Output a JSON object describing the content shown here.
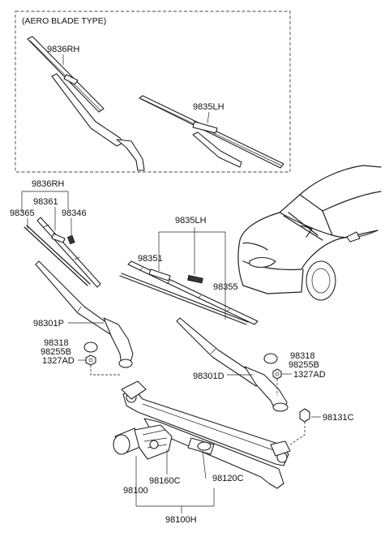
{
  "diagram": {
    "inset_title": "(AERO BLADE TYPE)",
    "labels": {
      "p9836rh_inset": "9836RH",
      "p9835lh_inset": "9835LH",
      "p9836rh": "9836RH",
      "p98361": "98361",
      "p98365": "98365",
      "p98346": "98346",
      "p9835lh": "9835LH",
      "p98351": "98351",
      "p98355": "98355",
      "p98301p": "98301P",
      "p98318_l": "98318",
      "p98255b_l": "98255B",
      "p1327ad_l": "1327AD",
      "p98318_r": "98318",
      "p98255b_r": "98255B",
      "p1327ad_r": "1327AD",
      "p98301d": "98301D",
      "p98131c": "98131C",
      "p98100": "98100",
      "p98160c": "98160C",
      "p98120c": "98120C",
      "p98100h": "98100H"
    }
  }
}
